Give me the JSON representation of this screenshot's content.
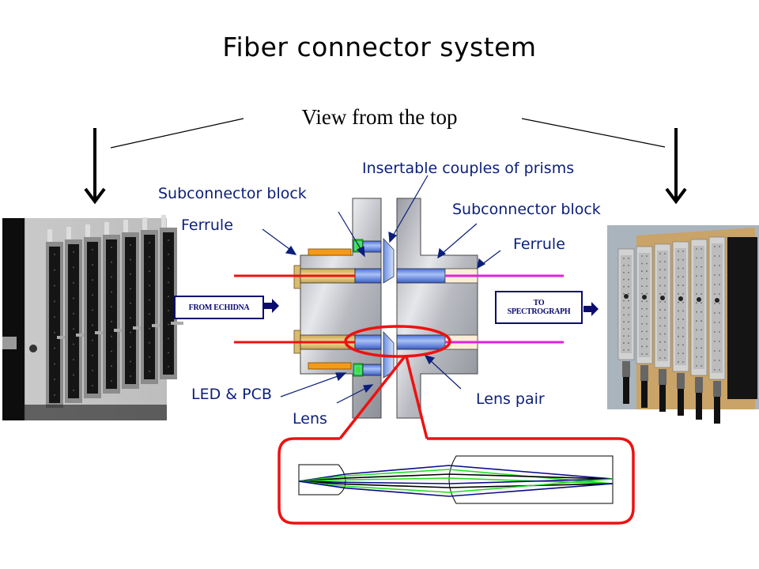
{
  "title": "Fiber connector system",
  "subtitle": "View from the top",
  "labels": {
    "subconnector_block_left": "Subconnector block",
    "ferrule_left": "Ferrule",
    "insertable_prisms": "Insertable couples of prisms",
    "subconnector_block_right": "Subconnector block",
    "ferrule_right": "Ferrule",
    "led_pcb": "LED & PCB",
    "lens": "Lens",
    "lens_pair": "Lens pair"
  },
  "flow": {
    "input_box": "FROM ECHIDNA",
    "output_box_line1": "TO",
    "output_box_line2": "SPECTROGRAPH"
  },
  "photos": {
    "left": "connector-rack-photo",
    "right": "spectrograph-connector-photo"
  },
  "colors": {
    "label_text": "#0b1f7a",
    "input_fiber": "#ee1111",
    "output_fiber": "#e020e0",
    "highlight": "#ee1111",
    "ray_blue": "#0a0a8a",
    "ray_green": "#22dd22"
  }
}
